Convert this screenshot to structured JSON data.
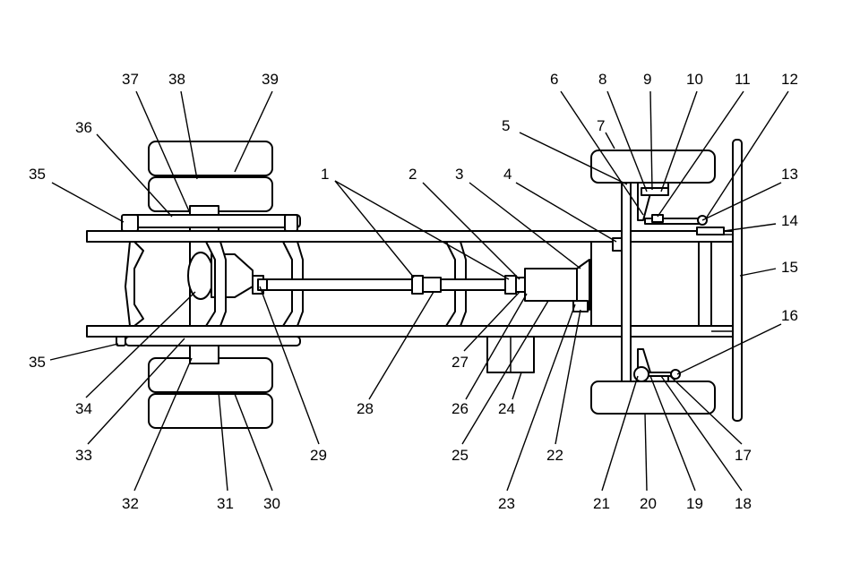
{
  "diagram": {
    "colors": {
      "line": "#000000",
      "background": "#ffffff"
    },
    "callouts": {
      "c1": "1",
      "c2": "2",
      "c3": "3",
      "c4": "4",
      "c5": "5",
      "c6": "6",
      "c7": "7",
      "c8": "8",
      "c9": "9",
      "c10": "10",
      "c11": "11",
      "c12": "12",
      "c13": "13",
      "c14": "14",
      "c15": "15",
      "c16": "16",
      "c17": "17",
      "c18": "18",
      "c19": "19",
      "c20": "20",
      "c21": "21",
      "c22": "22",
      "c23": "23",
      "c24": "24",
      "c25": "25",
      "c26": "26",
      "c27": "27",
      "c28": "28",
      "c29": "29",
      "c30": "30",
      "c31": "31",
      "c32": "32",
      "c33": "33",
      "c34": "34",
      "c35a": "35",
      "c35b": "35",
      "c36": "36",
      "c37": "37",
      "c38": "38",
      "c39": "39"
    }
  }
}
